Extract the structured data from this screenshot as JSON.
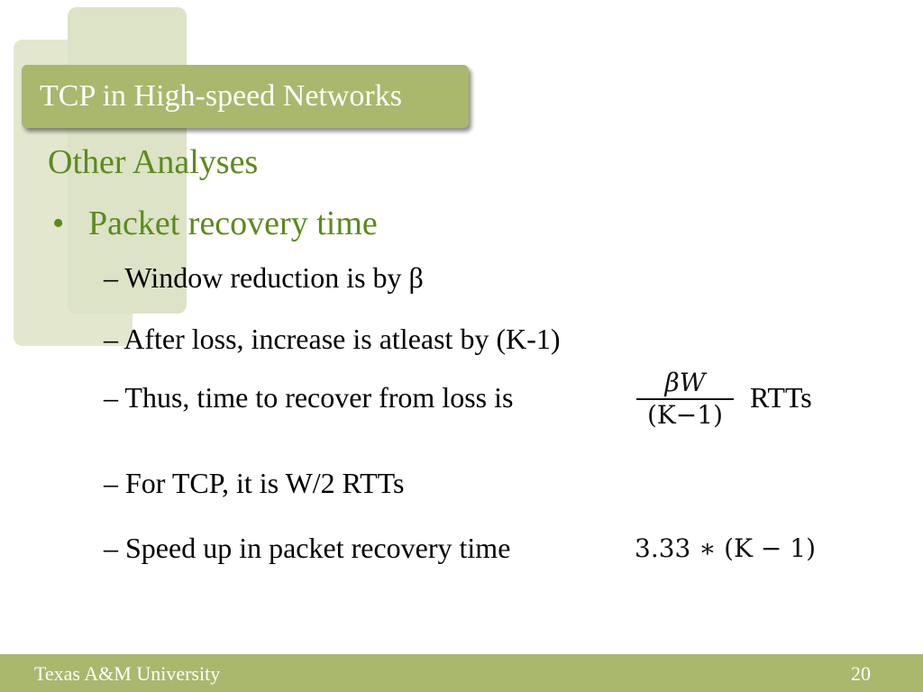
{
  "slide": {
    "title": "TCP in High-speed Networks",
    "subtitle": "Other Analyses",
    "bullet": {
      "marker": "•",
      "text": "Packet recovery time"
    },
    "sub_items": [
      "– Window reduction is by β",
      "– After loss, increase is atleast by (K-1)",
      "– Thus, time to recover from loss is",
      "– For TCP, it is W/2 RTTs",
      "– Speed up in packet recovery time"
    ],
    "formula_recover": {
      "numerator": "βW",
      "denominator": "(K−1)",
      "unit": "RTTs"
    },
    "formula_speedup": "3.33 ∗ (K − 1)"
  },
  "footer": {
    "institution": "Texas A&M University",
    "page_number": "20"
  },
  "colors": {
    "accent": "#a9b86d",
    "heading_green": "#5b8a1d",
    "decoration": "#dde3c6"
  }
}
